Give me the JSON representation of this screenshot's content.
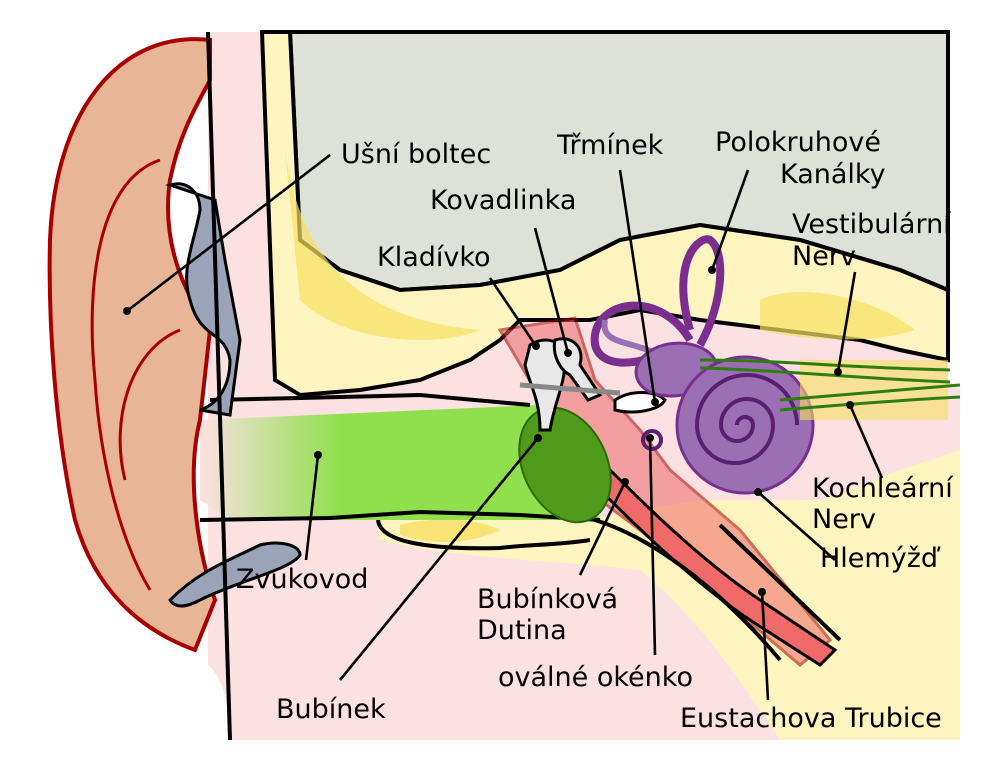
{
  "labels": {
    "pinna": "Ušní boltec",
    "ear_canal": "Zvukovod",
    "eardrum": "Bubínek",
    "malleus": "Kladívko",
    "incus": "Kovadlinka",
    "stapes": "Třmínek",
    "semicircular_1": "Polokruhové",
    "semicircular_2": "Kanálky",
    "vestibular_1": "Vestibulární",
    "vestibular_2": "Nerv",
    "cochlear_1": "Kochleární",
    "cochlear_2": "Nerv",
    "cochlea": "Hlemýžď",
    "tympanic_1": "Bubínková",
    "tympanic_2": "Dutina",
    "oval_window": "oválné okénko",
    "eustachian": "Eustachova Trubice"
  },
  "colors": {
    "skin": "#e8b596",
    "ear_outline": "#a80000",
    "pink_tissue": "#fbe1e1",
    "bone": "#fdf4c0",
    "bone_dark": "#f7df60",
    "brain": "#dde1d8",
    "canal": "#8fe04c",
    "eardrum": "#4f9a1a",
    "cochlea": "#9a6fb4",
    "canal_purple": "#7a2f8e",
    "tube_red": "#f06a6a",
    "nerve": "#2e7d10",
    "cartilage": "#9aa3b8"
  }
}
